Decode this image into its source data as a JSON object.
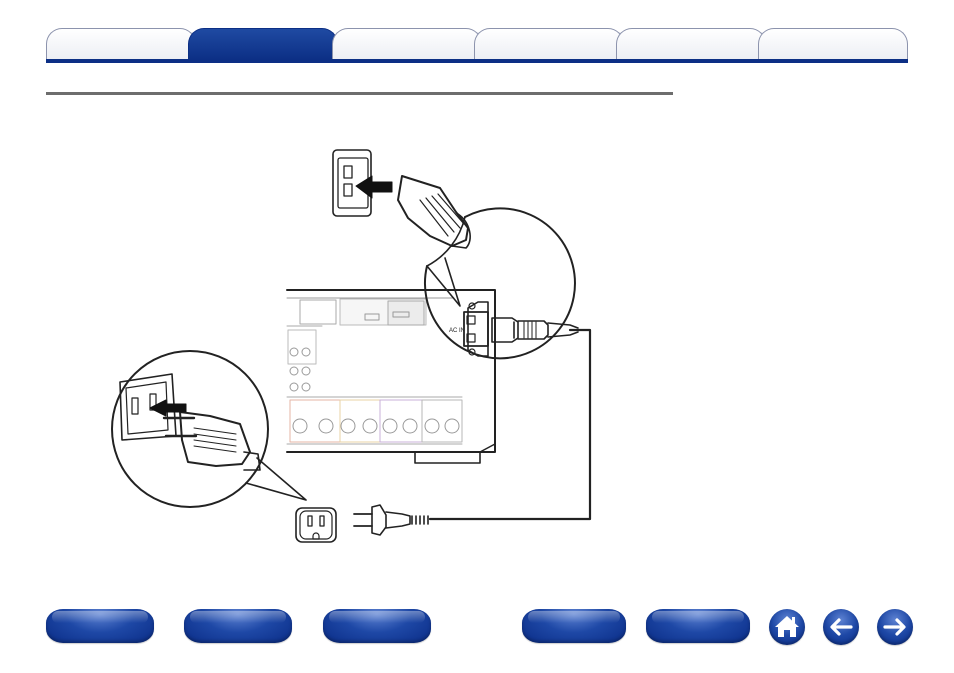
{
  "tabs": [
    {
      "id": "tab-1",
      "label": "",
      "active": false
    },
    {
      "id": "tab-2",
      "label": "",
      "active": true
    },
    {
      "id": "tab-3",
      "label": "",
      "active": false
    },
    {
      "id": "tab-4",
      "label": "",
      "active": false
    },
    {
      "id": "tab-5",
      "label": "",
      "active": false
    },
    {
      "id": "tab-6",
      "label": "",
      "active": false
    }
  ],
  "illustration": {
    "ac_inlet_label": "AC IN"
  },
  "bottom_nav": {
    "buttons": [
      {
        "id": "nav-1",
        "label": ""
      },
      {
        "id": "nav-2",
        "label": ""
      },
      {
        "id": "nav-3",
        "label": ""
      },
      {
        "id": "nav-4",
        "label": ""
      },
      {
        "id": "nav-5",
        "label": ""
      }
    ],
    "icons": [
      "home-icon",
      "arrow-left-icon",
      "arrow-right-icon"
    ]
  },
  "colors": {
    "brand_blue": "#0c2f85",
    "tab_border": "#8c93ad",
    "rule_gray": "#6d6d6d",
    "line_art": "#222222"
  }
}
